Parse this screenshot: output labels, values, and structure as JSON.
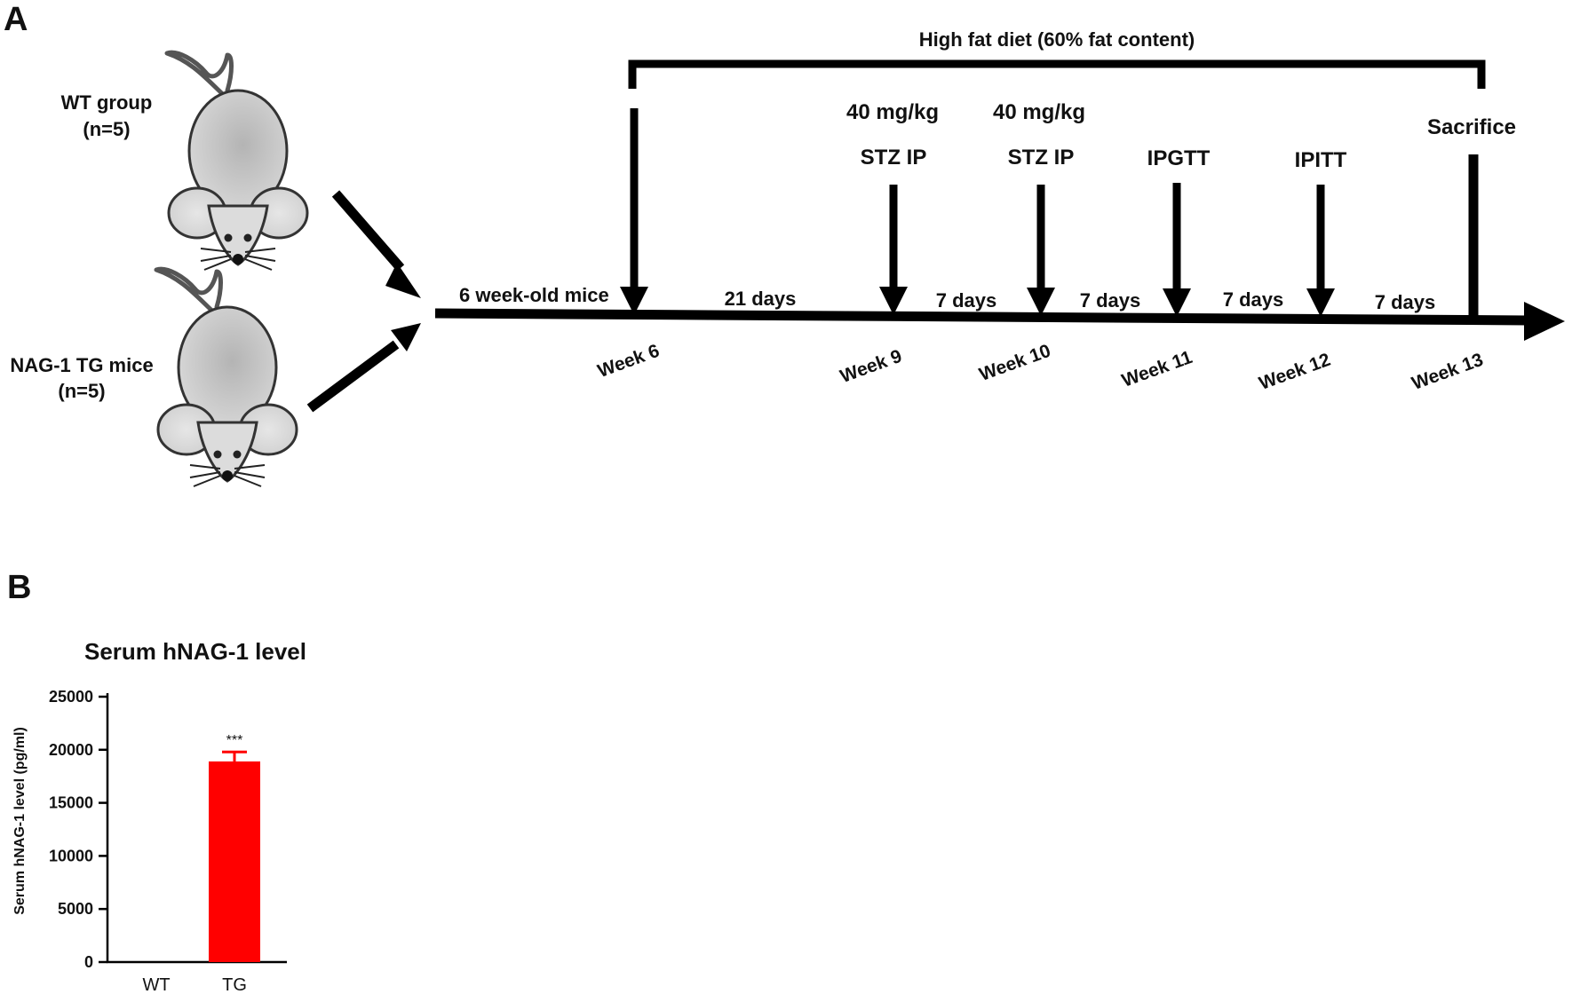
{
  "panel_a": {
    "letter": "A",
    "groups": {
      "wt_line1": "WT group",
      "wt_line2": "(n=5)",
      "tg_line1": "NAG-1 TG mice",
      "tg_line2": "(n=5)"
    },
    "start_label": "6 week-old mice",
    "diet_label": "High fat diet (60%  fat content)",
    "events": [
      {
        "top": "",
        "bottom": ""
      },
      {
        "top": "40 mg/kg",
        "bottom": "STZ IP"
      },
      {
        "top": "40 mg/kg",
        "bottom": "STZ IP"
      },
      {
        "top": "",
        "bottom": "IPGTT"
      },
      {
        "top": "",
        "bottom": "IPITT"
      },
      {
        "top": "",
        "bottom": "Sacrifice"
      }
    ],
    "intervals": [
      "21 days",
      "7 days",
      "7 days",
      "7 days",
      "7 days"
    ],
    "weeks": [
      "Week 6",
      "Week 9",
      "Week 10",
      "Week 11",
      "Week 12",
      "Week 13"
    ]
  },
  "panel_b": {
    "letter": "B"
  },
  "chart_data": {
    "type": "bar",
    "title": "Serum hNAG-1 level",
    "xlabel": "",
    "ylabel": "Serum hNAG-1 level (pg/ml)",
    "categories": [
      "WT",
      "TG"
    ],
    "values": [
      0,
      18900
    ],
    "error": [
      0,
      900
    ],
    "annotations": [
      "",
      "***"
    ],
    "ylim": [
      0,
      25000
    ],
    "yticks": [
      0,
      5000,
      10000,
      15000,
      20000,
      25000
    ],
    "ytick_labels": [
      "0",
      "5000",
      "10000",
      "15000",
      "20000",
      "25000"
    ],
    "bar_color": "#ff0000",
    "grid": false
  }
}
